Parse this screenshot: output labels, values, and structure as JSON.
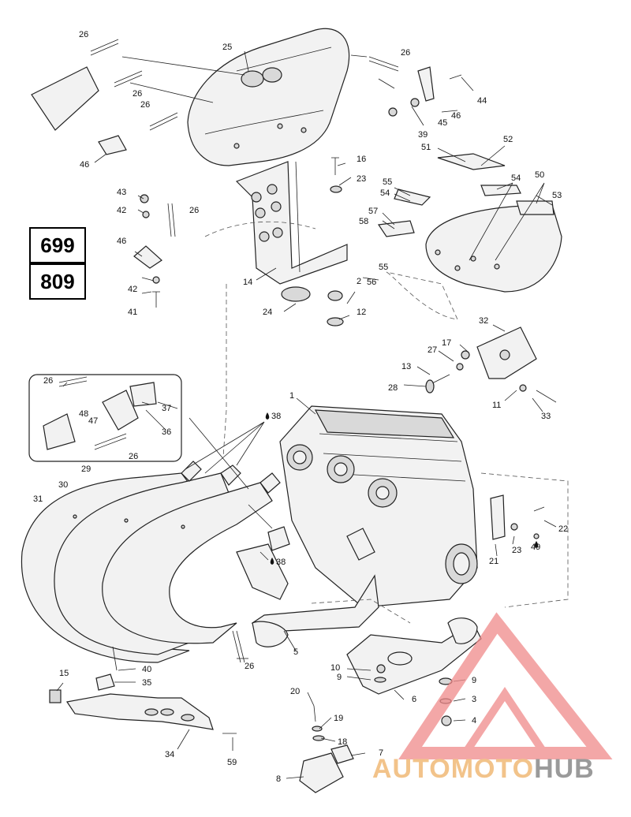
{
  "models": [
    "699",
    "809"
  ],
  "watermark": {
    "part1": "AUTOMOTO",
    "part2": "HUB",
    "accent": "#f08a8a",
    "accent2": "#f2c38a",
    "gray": "#9a9a9a"
  },
  "callouts": {
    "c1": "1",
    "c2": "2",
    "c3": "3",
    "c4": "4",
    "c5": "5",
    "c6": "6",
    "c7": "7",
    "c8": "8",
    "c9a": "9",
    "c9b": "9",
    "c10": "10",
    "c11": "11",
    "c12": "12",
    "c13": "13",
    "c14": "14",
    "c15": "15",
    "c16": "16",
    "c17": "17",
    "c18": "18",
    "c19": "19",
    "c20": "20",
    "c21": "21",
    "c22": "22",
    "c23a": "23",
    "c23b": "23",
    "c24": "24",
    "c25": "25",
    "c26a": "26",
    "c26b": "26",
    "c26c": "26",
    "c26d": "26",
    "c26e": "26",
    "c26f": "26",
    "c26g": "26",
    "c26h": "26",
    "c27": "27",
    "c28": "28",
    "c29": "29",
    "c30": "30",
    "c31": "31",
    "c32": "32",
    "c33": "33",
    "c34": "34",
    "c35": "35",
    "c36": "36",
    "c37": "37",
    "c38a": "38",
    "c38b": "38",
    "c39": "39",
    "c40": "40",
    "c41": "41",
    "c42a": "42",
    "c42b": "42",
    "c43": "43",
    "c44": "44",
    "c45": "45",
    "c46a": "46",
    "c46b": "46",
    "c46c": "46",
    "c47": "47",
    "c48": "48",
    "c49": "49",
    "c50": "50",
    "c51": "51",
    "c52": "52",
    "c53": "53",
    "c54a": "54",
    "c54b": "54",
    "c55a": "55",
    "c55b": "55",
    "c56": "56",
    "c57": "57",
    "c58": "58",
    "c59": "59"
  }
}
